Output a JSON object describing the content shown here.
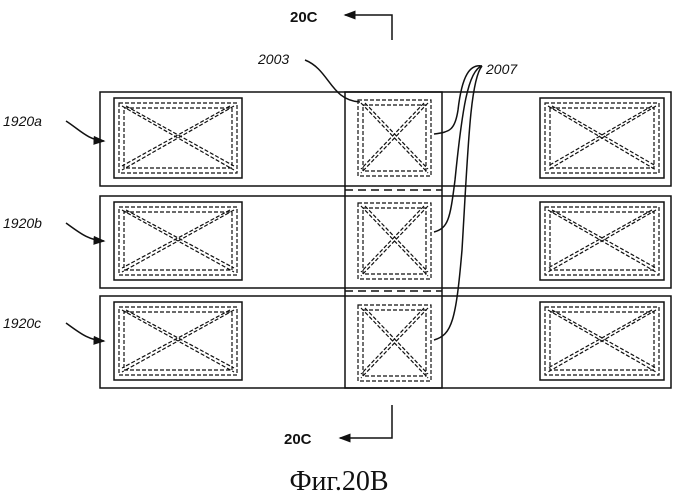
{
  "figure": {
    "caption": "Фиг.20B",
    "section_top": "20C",
    "section_bottom": "20C",
    "labels": {
      "row_a": "1920a",
      "row_b": "1920b",
      "row_c": "1920c",
      "ref_2003": "2003",
      "ref_2007": "2007"
    }
  }
}
